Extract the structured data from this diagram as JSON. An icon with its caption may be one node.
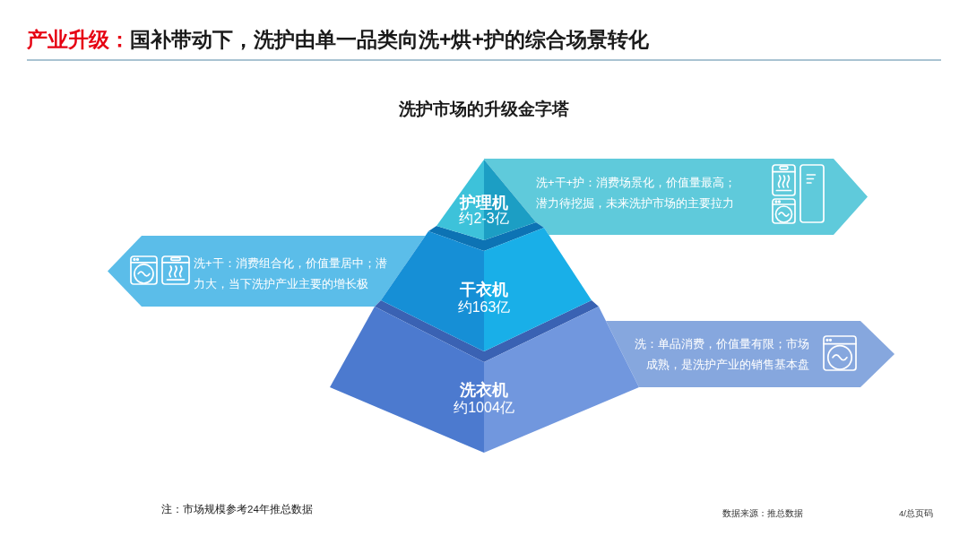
{
  "diagram": {
    "title": "**产业升级：**国补带动下，洗护由单一品类向洗+烘+护的综合场景转化",
    "nodes": [
      {
        "text": [
          "护理机",
          "约2-3亿"
        ]
      },
      {
        "text": [
          "洗+干+护：消费场景化，价值量最高；潜力待挖掘，未来洗护市场的主要拉力"
        ]
      },
      {
        "text": [
          "洗+干：消费组合化，价值量居中；潜力大，当下洗护产业主要的增长极"
        ]
      },
      {
        "text": [
          "干衣机",
          "约163亿"
        ]
      },
      {
        "text": [
          "洗衣机",
          "约1004亿"
        ]
      },
      {
        "text": [
          "洗：单品消费，价值量有限；市场成熟，是洗护产业的销售基本盘"
        ]
      }
    ],
    "labels": [
      "洗护市场的升级金字塔",
      "注：市场规模参考24年推总数据",
      "数据来源：推总数据",
      "4/总页码"
    ]
  }
}
